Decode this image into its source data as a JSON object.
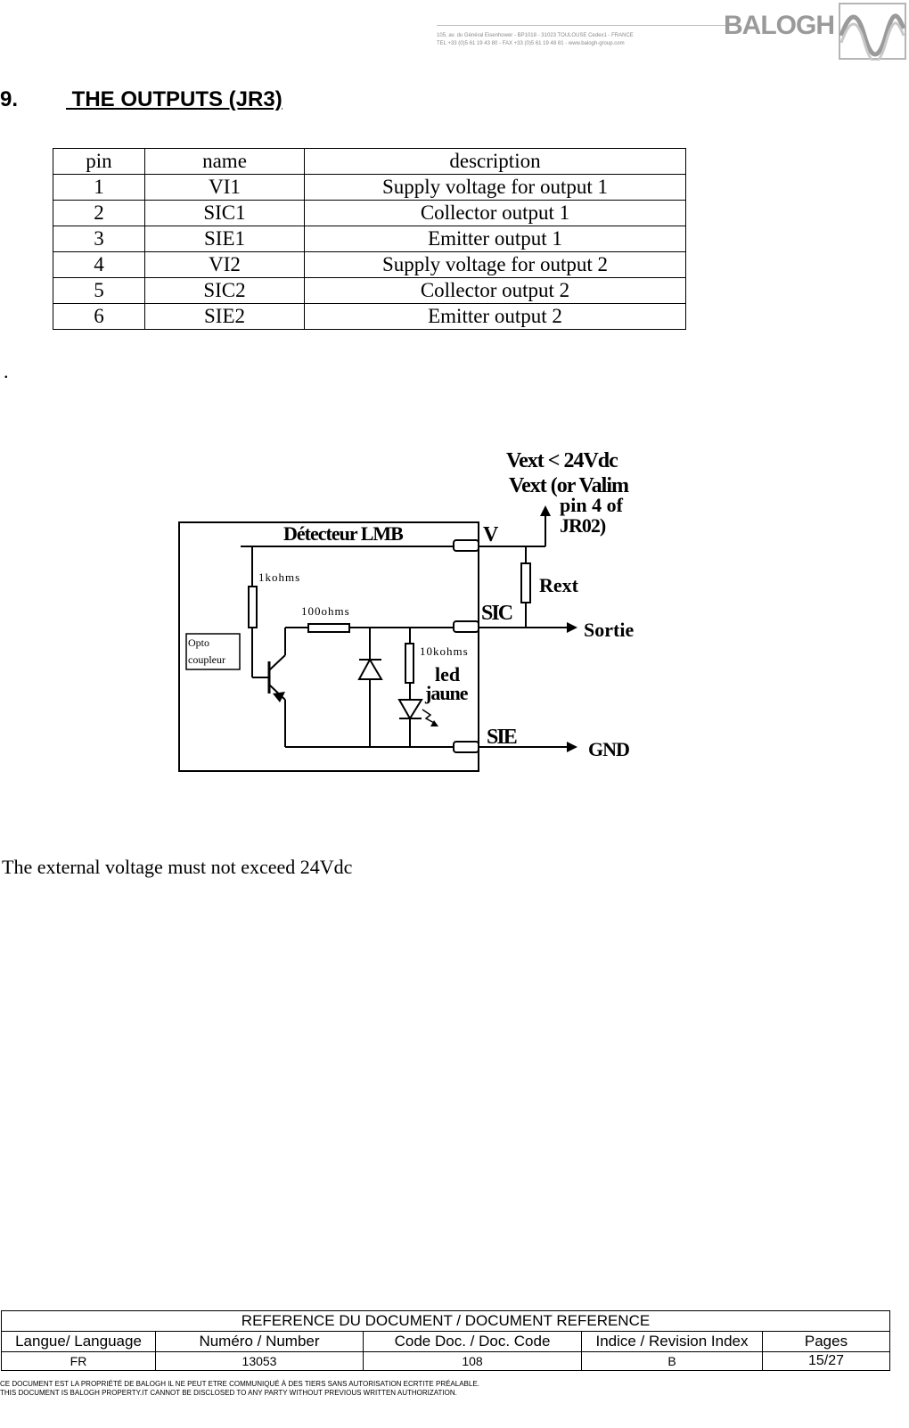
{
  "header": {
    "address_line1": "105, av. du Général Eisenhower - BP1018 - 31023 TOULOUSE Cedex1 - FRANCE",
    "address_line2": "TEL +33 (0)5 61 19 43 80 - FAX +33 (0)5 61 19 48 81 - www.balogh-group.com",
    "logo_text": "BALOGH"
  },
  "section": {
    "number": "9.",
    "title": " THE OUTPUTS (JR3)"
  },
  "pin_table": {
    "headers": [
      "pin",
      "name",
      "description"
    ],
    "rows": [
      [
        "1",
        "VI1",
        "Supply voltage for output 1"
      ],
      [
        "2",
        "SIC1",
        "Collector output 1"
      ],
      [
        "3",
        "SIE1",
        "Emitter output 1"
      ],
      [
        "4",
        "VI2",
        "Supply voltage for output 2"
      ],
      [
        "5",
        "SIC2",
        "Collector output 2"
      ],
      [
        "6",
        "SIE2",
        "Emitter output 2"
      ]
    ]
  },
  "stray_dot": ".",
  "schematic": {
    "vext_limit": "Vext < 24Vdc",
    "vext_or": "Vext (or  Valim",
    "vext_pin": "pin 4 of",
    "vext_connector": "JR02)",
    "detector_title": "Détecteur LMB",
    "label_v": "V",
    "label_rext": "Rext",
    "label_sic": "SIC",
    "label_sortie": "Sortie",
    "label_sie": "SIE",
    "label_gnd": "GND",
    "r_1k": "1kohms",
    "r_100": "100ohms",
    "r_10k": "10kohms",
    "opto_line1": "Opto",
    "opto_line2": "coupleur",
    "led_line1": "led",
    "led_line2": "jaune"
  },
  "note": "The external voltage must not exceed 24Vdc",
  "footer": {
    "title": "REFERENCE DU DOCUMENT /  DOCUMENT REFERENCE",
    "headers": [
      "Langue/ Language",
      "Numéro / Number",
      "Code Doc. / Doc. Code",
      "Indice / Revision Index",
      "Pages"
    ],
    "values": [
      "FR",
      "13053",
      "108",
      "B",
      "15/27"
    ],
    "legal_fr": "CE DOCUMENT EST LA PROPRIÉTÉ DE BALOGH IL NE PEUT ETRE COMMUNIQUÉ À DES TIERS SANS AUTORISATION ECRTITE PRÉALABLE.",
    "legal_en": "THIS DOCUMENT IS BALOGH PROPERTY.IT CANNOT BE DISCLOSED TO ANY PARTY WITHOUT PREVIOUS WRITTEN AUTHORIZATION."
  }
}
